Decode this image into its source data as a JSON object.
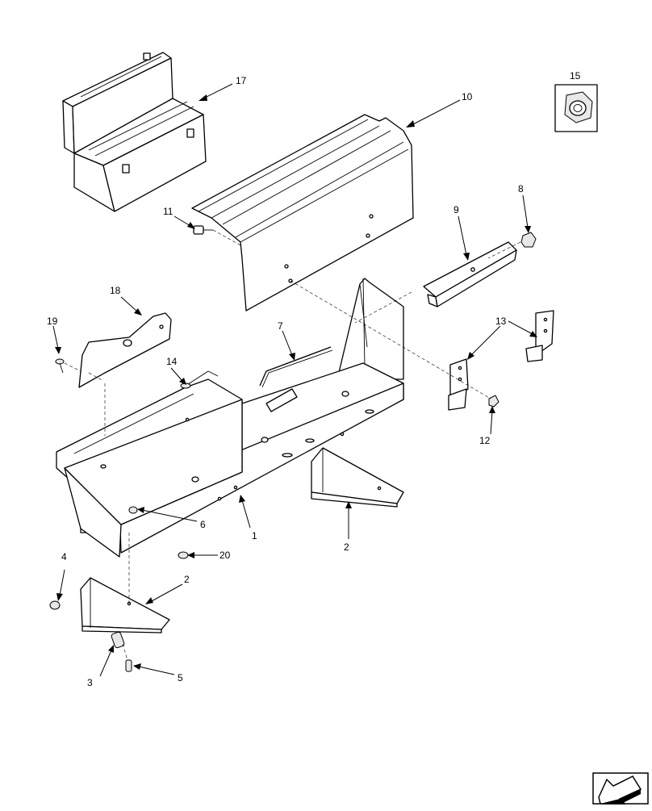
{
  "callouts": [
    {
      "id": "c17",
      "label": "17"
    },
    {
      "id": "c10",
      "label": "10"
    },
    {
      "id": "c15",
      "label": "15"
    },
    {
      "id": "c11",
      "label": "11"
    },
    {
      "id": "c8",
      "label": "8"
    },
    {
      "id": "c9",
      "label": "9"
    },
    {
      "id": "c18",
      "label": "18"
    },
    {
      "id": "c19",
      "label": "19"
    },
    {
      "id": "c7",
      "label": "7"
    },
    {
      "id": "c13",
      "label": "13"
    },
    {
      "id": "c14",
      "label": "14"
    },
    {
      "id": "c12",
      "label": "12"
    },
    {
      "id": "c6",
      "label": "6"
    },
    {
      "id": "c1",
      "label": "1"
    },
    {
      "id": "c2a",
      "label": "2"
    },
    {
      "id": "c20",
      "label": "20"
    },
    {
      "id": "c4",
      "label": "4"
    },
    {
      "id": "c2b",
      "label": "2"
    },
    {
      "id": "c3",
      "label": "3"
    },
    {
      "id": "c5",
      "label": "5"
    }
  ],
  "icons": {
    "nav": "next-page-arrow-icon"
  }
}
